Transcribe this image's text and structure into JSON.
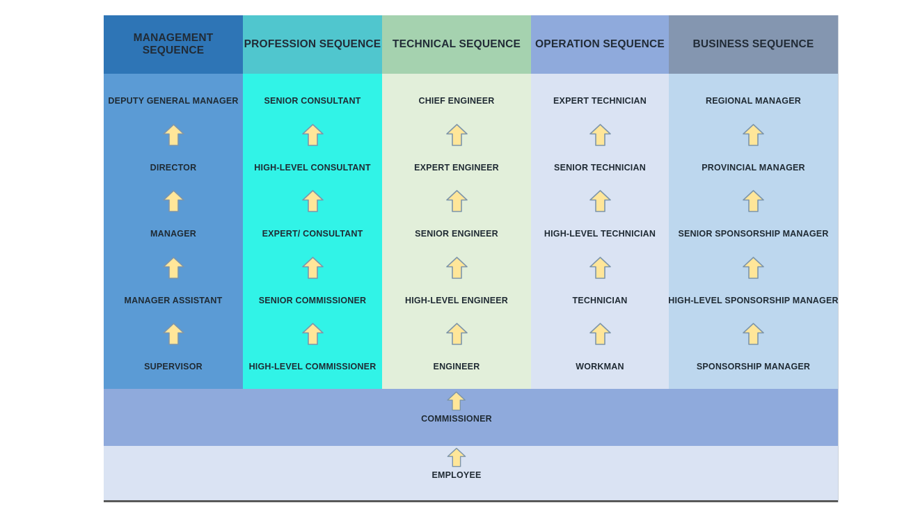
{
  "diagram": {
    "title": "career sequence ladder diagram",
    "columns": [
      {
        "header": "MANAGEMENT SEQUENCE",
        "header_color": "#2e75b6",
        "body_color": "#5b9bd5",
        "levels": [
          "DEPUTY GENERAL MANAGER",
          "DIRECTOR",
          "MANAGER",
          "MANAGER ASSISTANT",
          "SUPERVISOR"
        ]
      },
      {
        "header": "PROFESSION SEQUENCE",
        "header_color": "#50c6ce",
        "body_color": "#31f3e7",
        "levels": [
          "SENIOR CONSULTANT",
          "HIGH-LEVEL CONSULTANT",
          "EXPERT/ CONSULTANT",
          "SENIOR COMMISSIONER",
          "HIGH-LEVEL COMMISSIONER"
        ]
      },
      {
        "header": "TECHNICAL SEQUENCE",
        "header_color": "#a5d2af",
        "body_color": "#e2efda",
        "levels": [
          "CHIEF ENGINEER",
          "EXPERT ENGINEER",
          "SENIOR ENGINEER",
          "HIGH-LEVEL ENGINEER",
          "ENGINEER"
        ]
      },
      {
        "header": "OPERATION SEQUENCE",
        "header_color": "#8faadc",
        "body_color": "#dae3f3",
        "levels": [
          "EXPERT TECHNICIAN",
          "SENIOR TECHNICIAN",
          "HIGH-LEVEL TECHNICIAN",
          "TECHNICIAN",
          "WORKMAN"
        ]
      },
      {
        "header": "BUSINESS SEQUENCE",
        "header_color": "#8496b0",
        "body_color": "#bdd7ee",
        "levels": [
          "REGIONAL MANAGER",
          "PROVINCIAL MANAGER",
          "SENIOR SPONSORSHIP MANAGER",
          "HIGH-LEVEL SPONSORSHIP MANAGER",
          "SPONSORSHIP MANAGER"
        ]
      }
    ],
    "base_bands": [
      {
        "label": "COMMISSIONER",
        "band_color": "#8faadc"
      },
      {
        "label": "EMPLOYEE",
        "band_color": "#dae3f3"
      }
    ],
    "arrow": {
      "direction": "up",
      "fill": "#ffe699",
      "stroke": "#7d95aa"
    }
  }
}
